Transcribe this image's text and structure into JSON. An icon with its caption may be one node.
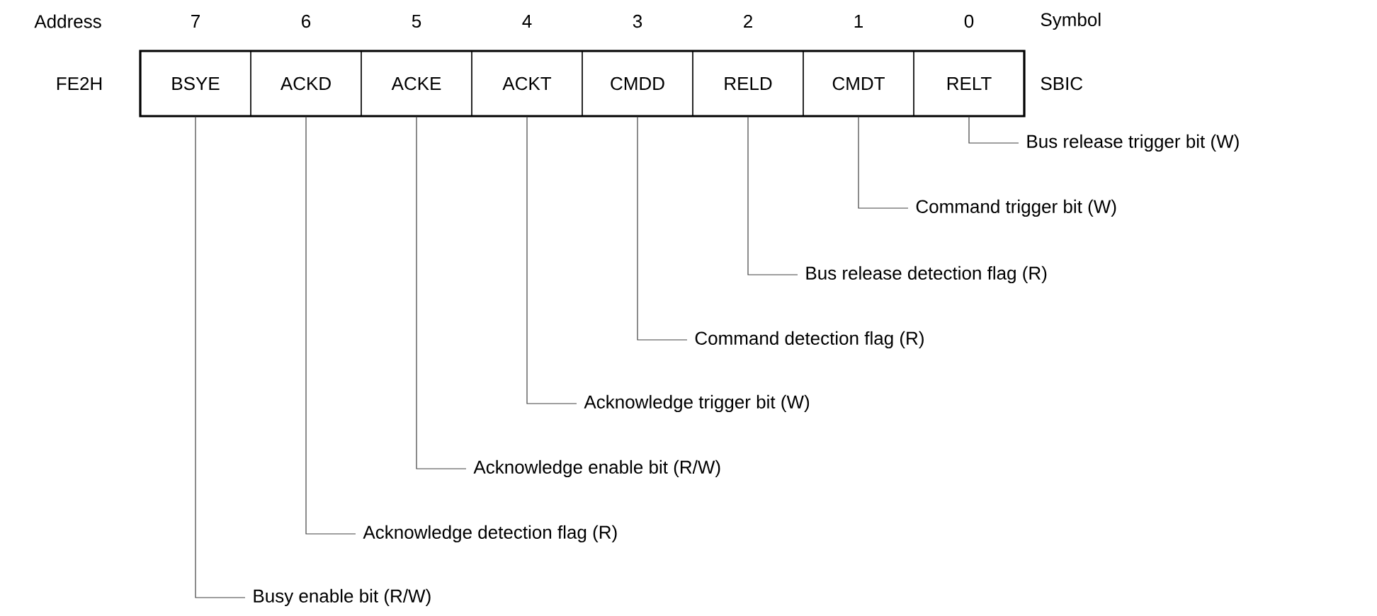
{
  "diagram": {
    "nodes": [
      {
        "text": [
          "BSYE"
        ]
      },
      {
        "text": [
          "ACKD"
        ]
      },
      {
        "text": [
          "ACKE"
        ]
      },
      {
        "text": [
          "ACKT"
        ]
      },
      {
        "text": [
          "CMDD"
        ]
      },
      {
        "text": [
          "RELD"
        ]
      },
      {
        "text": [
          "CMDT"
        ]
      },
      {
        "text": [
          "RELT"
        ]
      },
      {
        "text": [
          "Bus release trigger bit (W)"
        ]
      },
      {
        "text": [
          "Command trigger bit (W)"
        ]
      },
      {
        "text": [
          "Bus release detection flag (R)"
        ]
      },
      {
        "text": [
          "Command detection flag (R)"
        ]
      },
      {
        "text": [
          "Acknowledge trigger bit (W)"
        ]
      },
      {
        "text": [
          "Acknowledge enable bit (R/W)"
        ]
      },
      {
        "text": [
          "Acknowledge detection flag (R)"
        ]
      },
      {
        "text": [
          "Busy enable bit (R/W)"
        ]
      }
    ],
    "edges": [
      {
        "from": 7,
        "to": 8,
        "arrow": "none"
      },
      {
        "from": 6,
        "to": 9,
        "arrow": "none"
      },
      {
        "from": 5,
        "to": 10,
        "arrow": "none"
      },
      {
        "from": 4,
        "to": 11,
        "arrow": "none"
      },
      {
        "from": 3,
        "to": 12,
        "arrow": "none"
      },
      {
        "from": 2,
        "to": 13,
        "arrow": "none"
      },
      {
        "from": 1,
        "to": 14,
        "arrow": "none"
      },
      {
        "from": 0,
        "to": 15,
        "arrow": "none"
      }
    ],
    "labels": [
      "Address",
      "7",
      "6",
      "5",
      "4",
      "3",
      "2",
      "1",
      "0",
      "Symbol",
      "FE2H",
      "SBIC"
    ]
  }
}
